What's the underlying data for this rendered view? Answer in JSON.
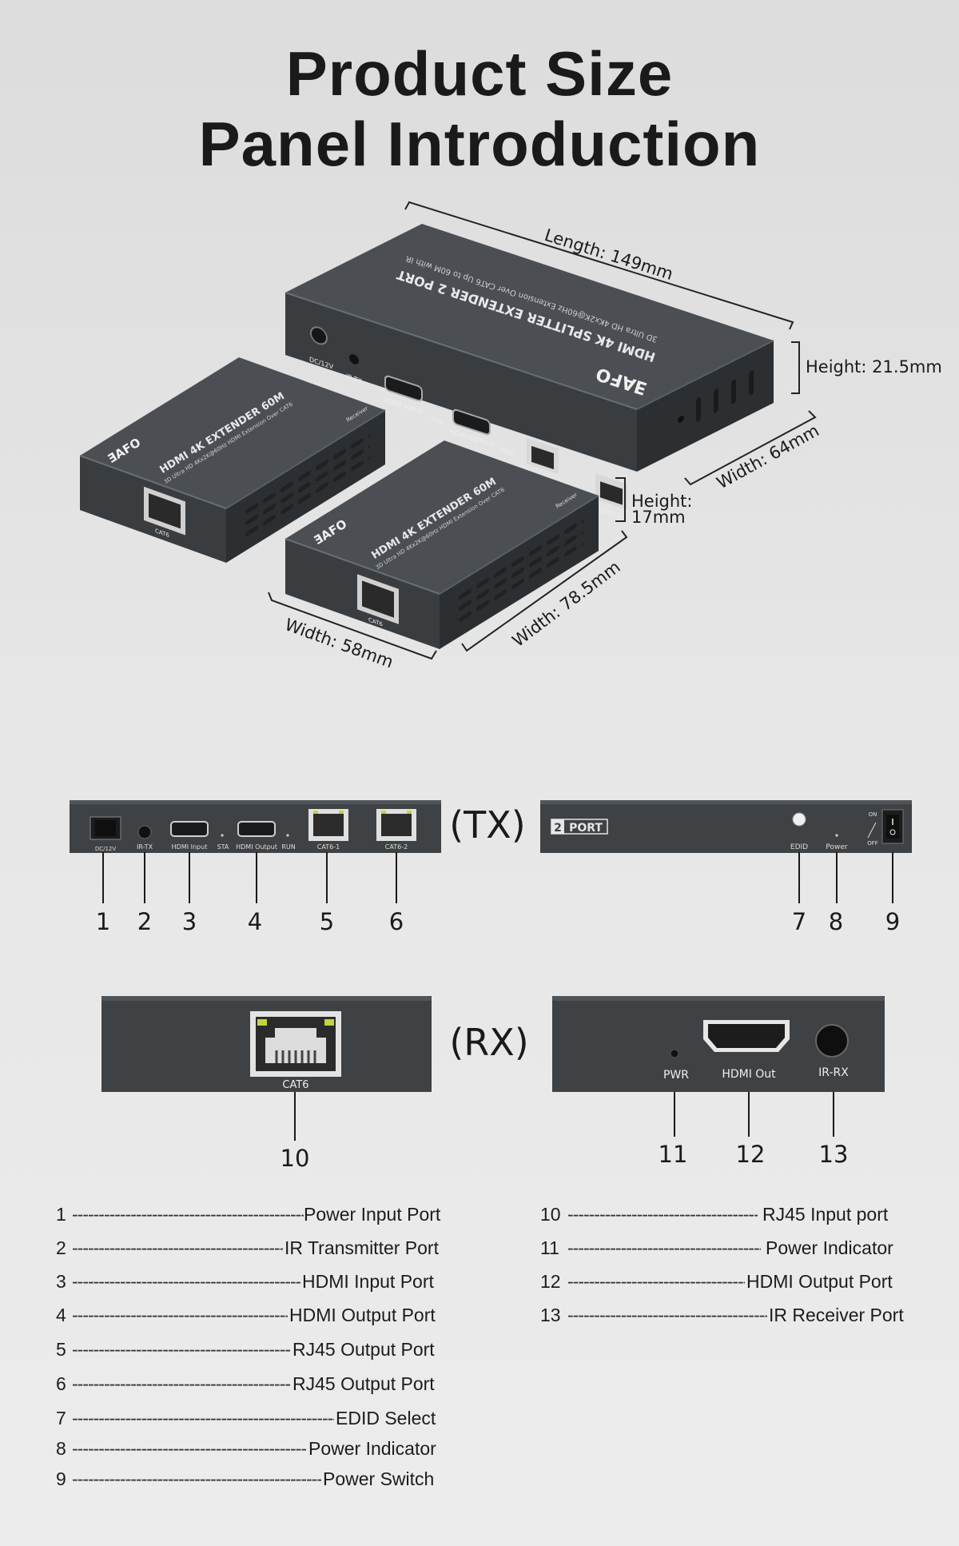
{
  "heading": {
    "line1": "Product Size",
    "line2": "Panel Introduction"
  },
  "dimensions": {
    "tx_length": "Length: 149mm",
    "tx_height": "Height: 21.5mm",
    "tx_width": "Width: 64mm",
    "rx_height_1": "Height:",
    "rx_height_2": "17mm",
    "rx_width_a": "Width: 58mm",
    "rx_width_b": "Width: 78.5mm"
  },
  "device_print": {
    "brand": "ƎAFO",
    "tx_model": "HDMI 4K SPLITTER EXTENDER 2 PORT",
    "tx_sub": "3D Ultra HD 4Kx2K@60Hz Extension Over CAT6 Up to 60M with IR",
    "rx_model": "HDMI 4K EXTENDER 60M",
    "rx_sub": "3D Ultra HD 4Kx2K@60Hz HDMI Extension Over CAT6",
    "receiver": "Receiver",
    "ports": {
      "dc": "DC/12V",
      "irtx": "IR-TX",
      "hdmi_in": "HDMI INPUT",
      "sta": "STA",
      "hdmi_out": "HDMI OUTPUT",
      "run": "RUN",
      "cat1": "CAT6-1",
      "cat2": "CAT6-2",
      "cat6": "CAT6"
    }
  },
  "panels": {
    "tx_label": "(TX)",
    "rx_label": "(RX)",
    "tx_front": {
      "dc": "DC/12V",
      "irtx": "IR-TX",
      "hdmi_in": "HDMI Input",
      "sta": "STA",
      "hdmi_out": "HDMI Output",
      "run": "RUN",
      "cat1": "CAT6-1",
      "cat2": "CAT6-2"
    },
    "tx_back": {
      "badge_num": "2",
      "badge_text": "PORT",
      "edid": "EDID",
      "power": "Power",
      "on": "ON",
      "off": "OFF"
    },
    "rx_front": {
      "cat6": "CAT6"
    },
    "rx_back": {
      "pwr": "PWR",
      "hdmi_out": "HDMI Out",
      "irrx": "IR-RX"
    },
    "callouts": [
      "1",
      "2",
      "3",
      "4",
      "5",
      "6",
      "7",
      "8",
      "9",
      "10",
      "11",
      "12",
      "13"
    ]
  },
  "legend_left": [
    {
      "num": "1",
      "label": "Power Input Port"
    },
    {
      "num": "2",
      "label": "IR Transmitter Port"
    },
    {
      "num": "3",
      "label": "HDMI Input Port"
    },
    {
      "num": "4",
      "label": "HDMI Output Port"
    },
    {
      "num": "5",
      "label": "RJ45 Output Port"
    },
    {
      "num": "6",
      "label": "RJ45 Output Port"
    },
    {
      "num": "7",
      "label": "EDID Select"
    },
    {
      "num": "8",
      "label": "Power Indicator"
    },
    {
      "num": "9",
      "label": "Power Switch"
    }
  ],
  "legend_right": [
    {
      "num": "10",
      "label": "RJ45 Input port"
    },
    {
      "num": "11",
      "label": "Power Indicator"
    },
    {
      "num": "12",
      "label": "HDMI Output Port"
    },
    {
      "num": "13",
      "label": "IR Receiver Port"
    }
  ],
  "colors": {
    "device": "#3f4346",
    "device_dark": "#2b2e30",
    "device_top": "#4a4e52"
  }
}
